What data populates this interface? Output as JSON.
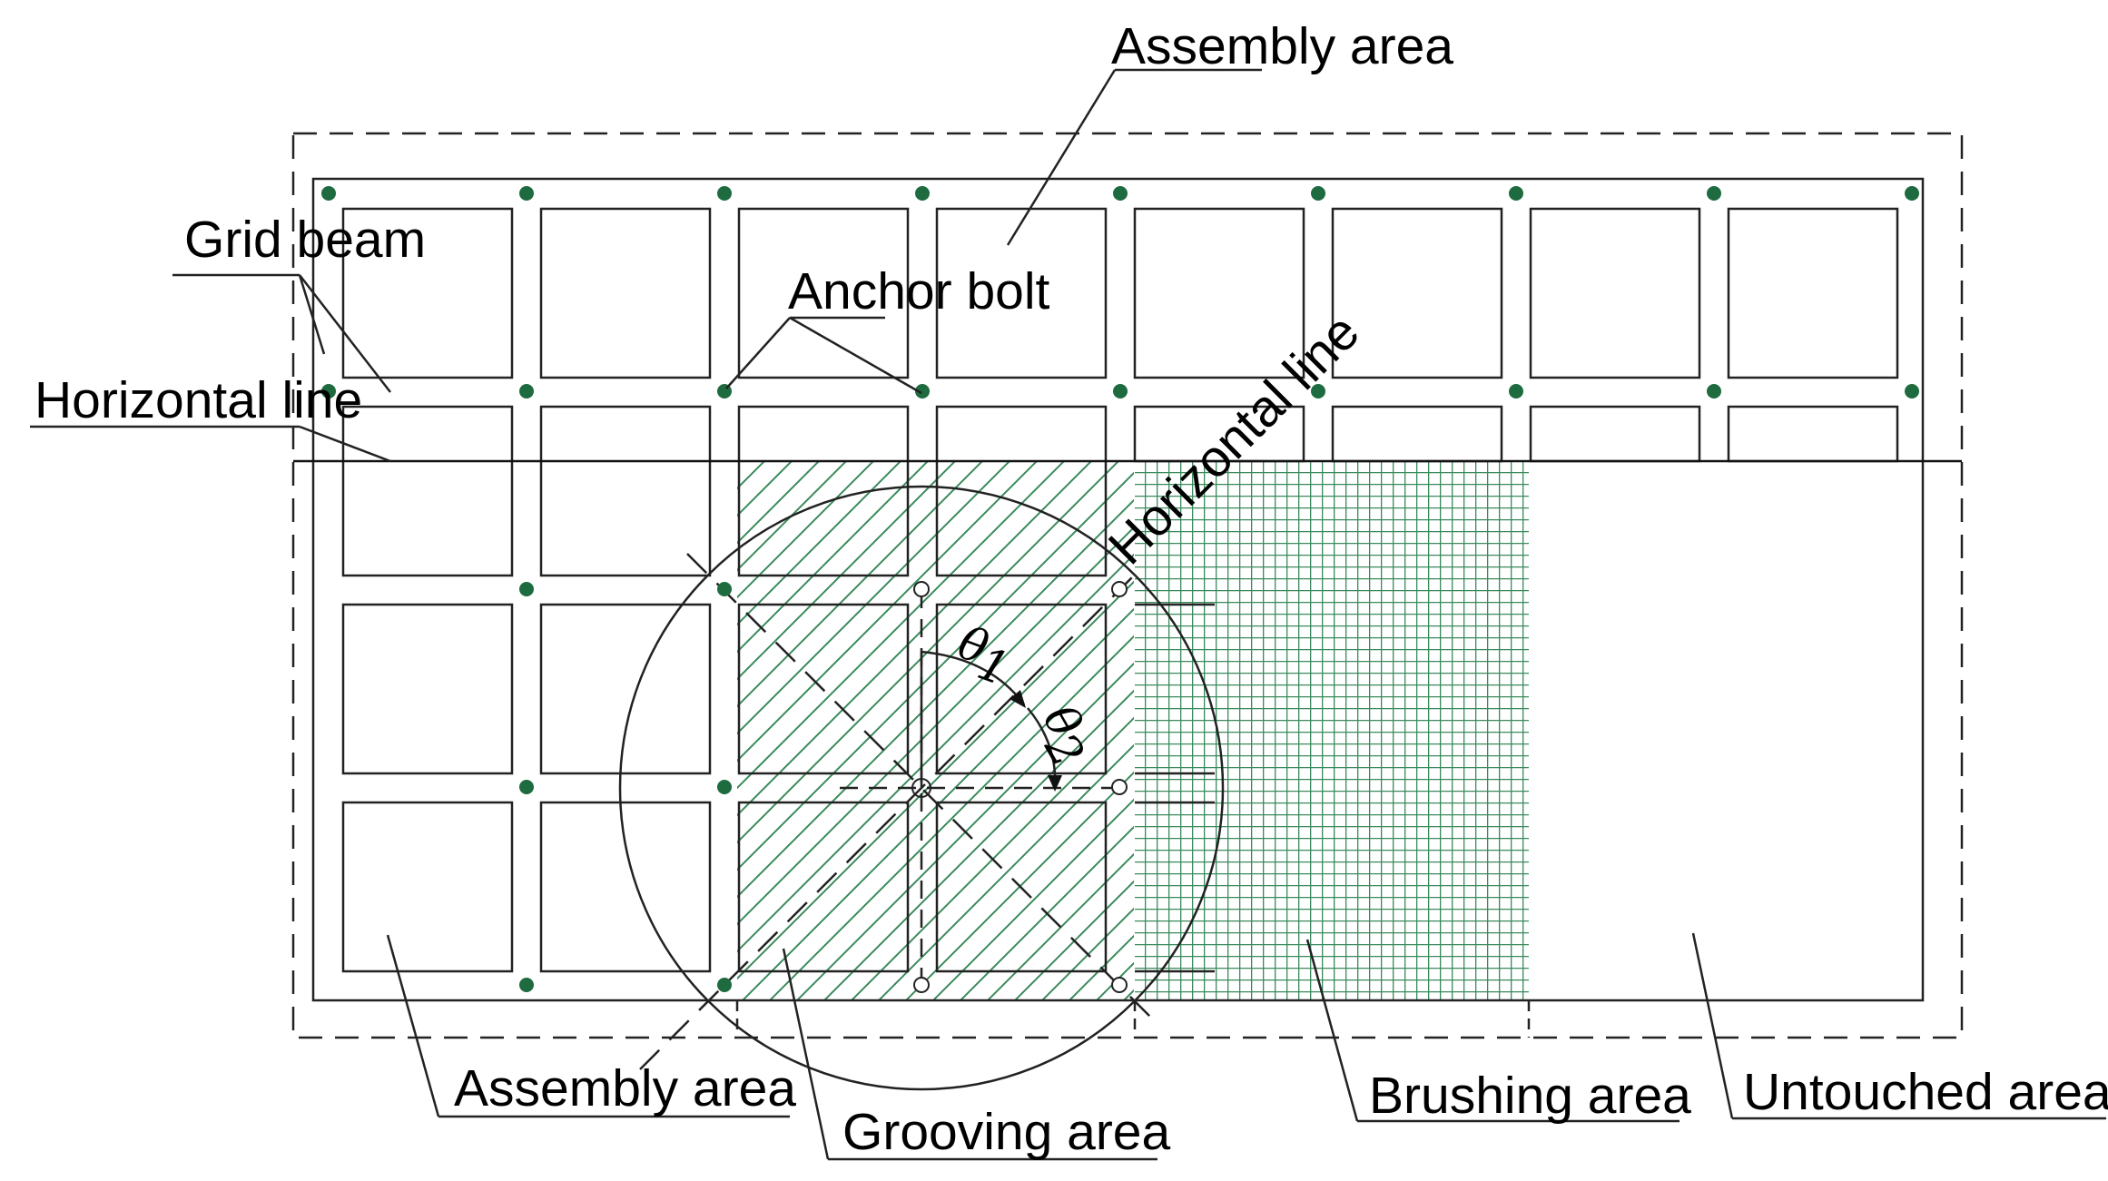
{
  "labels": {
    "assembly_area_top": "Assembly area",
    "grid_beam": "Grid beam",
    "anchor_bolt": "Anchor bolt",
    "horizontal_line_left": "Horizontal line",
    "horizontal_line_diag": "Horizontal line",
    "assembly_area_bottom": "Assembly area",
    "grooving_area": "Grooving area",
    "brushing_area": "Brushing area",
    "untouched_area": "Untouched area",
    "theta1": "θ",
    "theta1_sub": "1",
    "theta2": "θ",
    "theta2_sub": "2"
  },
  "colors": {
    "bolt": "#1e6b3f",
    "hatch": "#3a8a5c",
    "line": "#222222"
  }
}
